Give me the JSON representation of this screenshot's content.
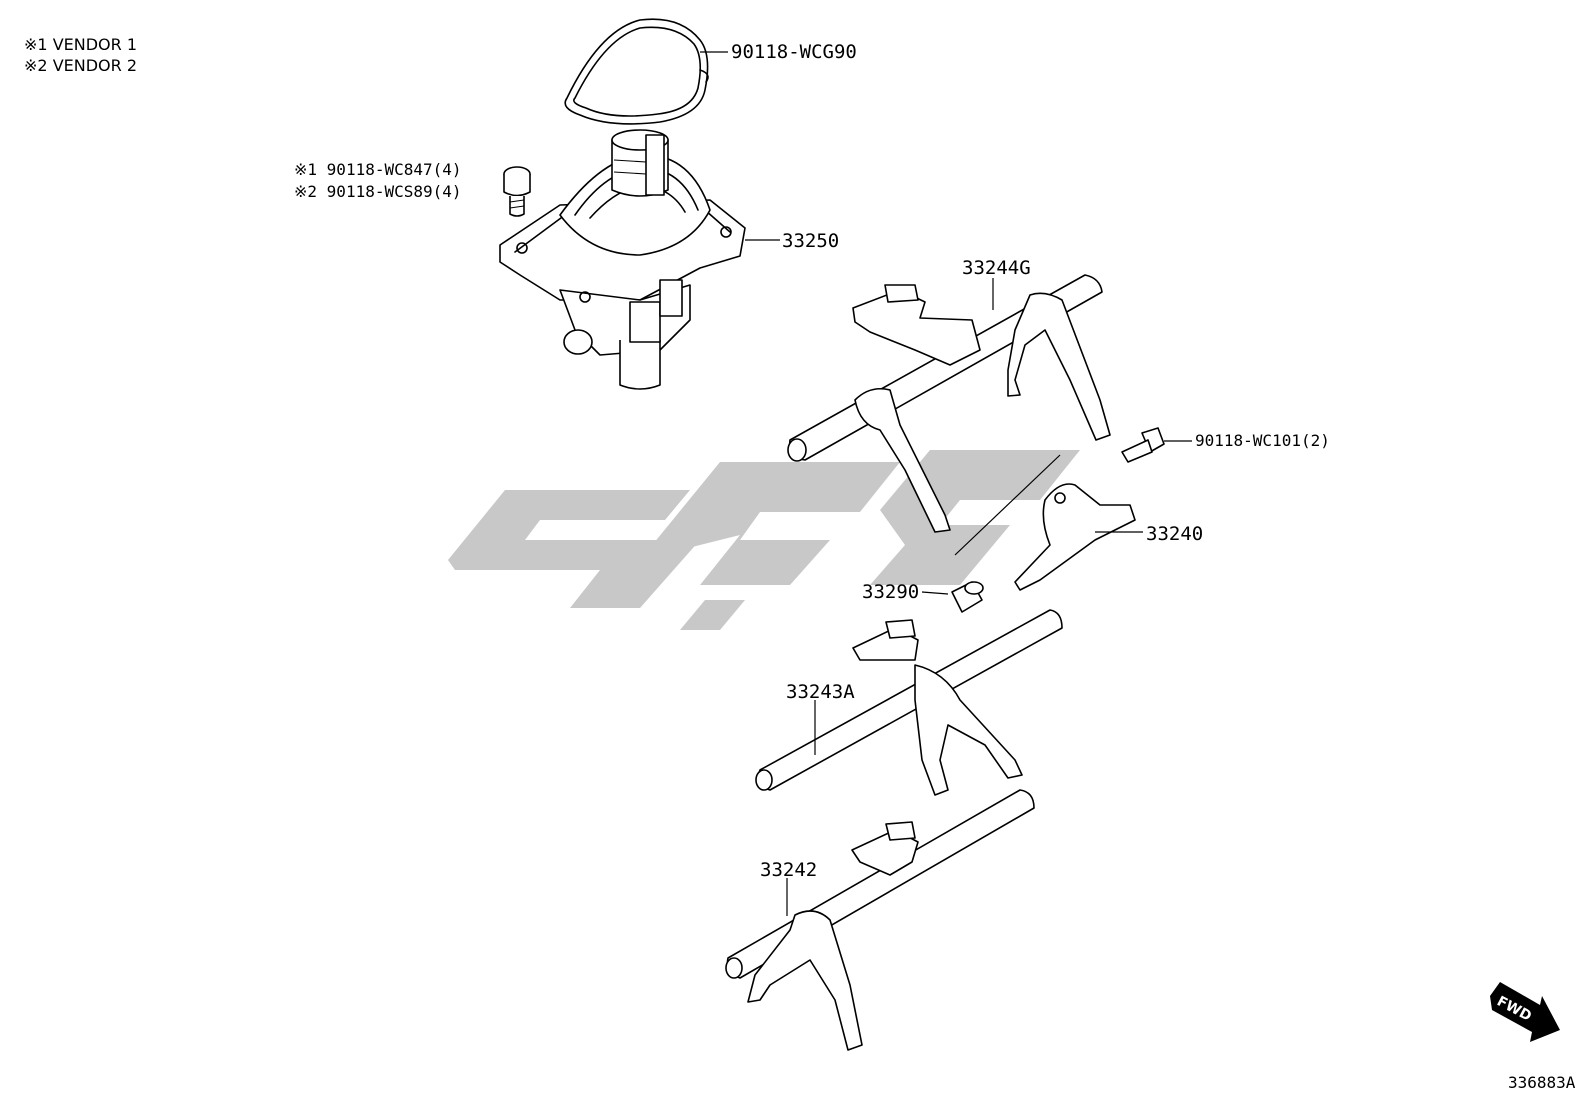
{
  "notes": [
    {
      "mark": "※1",
      "text": "VENDOR 1"
    },
    {
      "mark": "※2",
      "text": "VENDOR 2"
    }
  ],
  "parts": {
    "gasket": "90118-WCG90",
    "bolt_vendor1": "※1 90118-WC847(4)",
    "bolt_vendor2": "※2 90118-WCS89(4)",
    "shift_lever_housing": "33250",
    "fork_shaft_upper": "33244G",
    "bolt_head": "90118-WC101(2)",
    "shift_head": "33240",
    "bushing": "33290",
    "fork_shaft_middle": "33243A",
    "fork_shaft_lower": "33242"
  },
  "direction_badge": "FWD",
  "diagram_id": "336883A",
  "colors": {
    "line": "#000000",
    "watermark": "#c8c8c8",
    "background": "#ffffff"
  }
}
